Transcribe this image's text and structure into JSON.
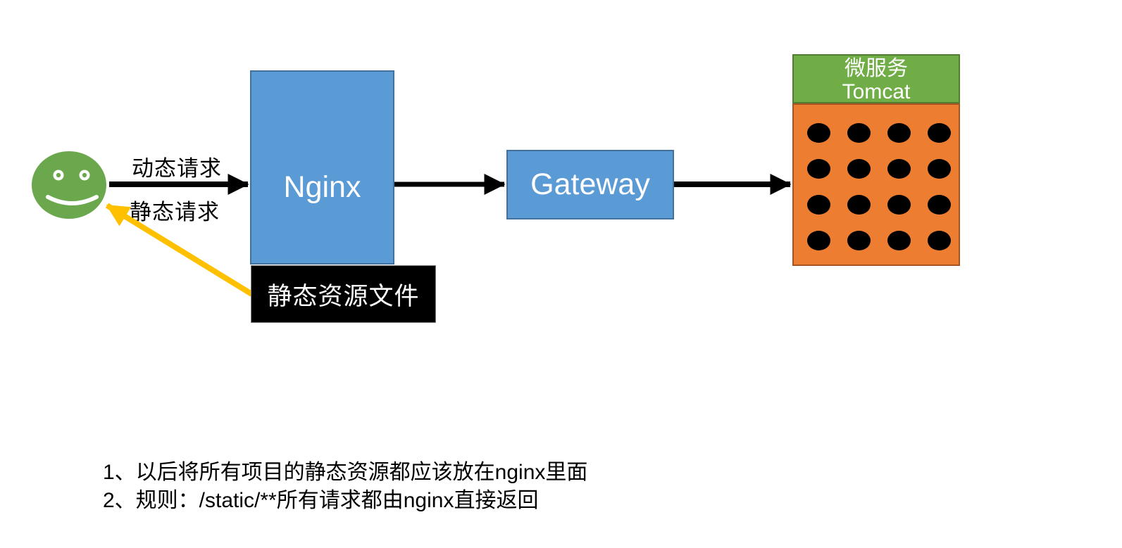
{
  "diagram_title": "nginx-static-resource-flow",
  "user": {
    "icon": "smiley-face"
  },
  "labels": {
    "dynamic_request": "动态请求",
    "static_request": "静态请求"
  },
  "nodes": {
    "nginx": {
      "label": "Nginx",
      "fill": "#5B9BD5",
      "border": "#41719C",
      "text_color": "#FFFFFF"
    },
    "gateway": {
      "label": "Gateway",
      "fill": "#5B9BD5",
      "border": "#41719C",
      "text_color": "#FFFFFF"
    },
    "static_files": {
      "label": "静态资源文件",
      "fill": "#000000",
      "text_color": "#FFFFFF"
    },
    "microservice": {
      "title": "微服务",
      "subtitle": "Tomcat",
      "header_fill": "#70AD47",
      "body_fill": "#ED7D31",
      "instance_count": 16,
      "instance_color": "#000000"
    }
  },
  "arrows": {
    "user_to_nginx": {
      "color": "#000000"
    },
    "nginx_to_gateway": {
      "color": "#000000"
    },
    "gateway_to_microservice": {
      "color": "#000000"
    },
    "static_return_to_user": {
      "color": "#FFC000"
    }
  },
  "notes": [
    "1、以后将所有项目的静态资源都应该放在nginx里面",
    "2、规则：/static/**所有请求都由nginx直接返回"
  ]
}
